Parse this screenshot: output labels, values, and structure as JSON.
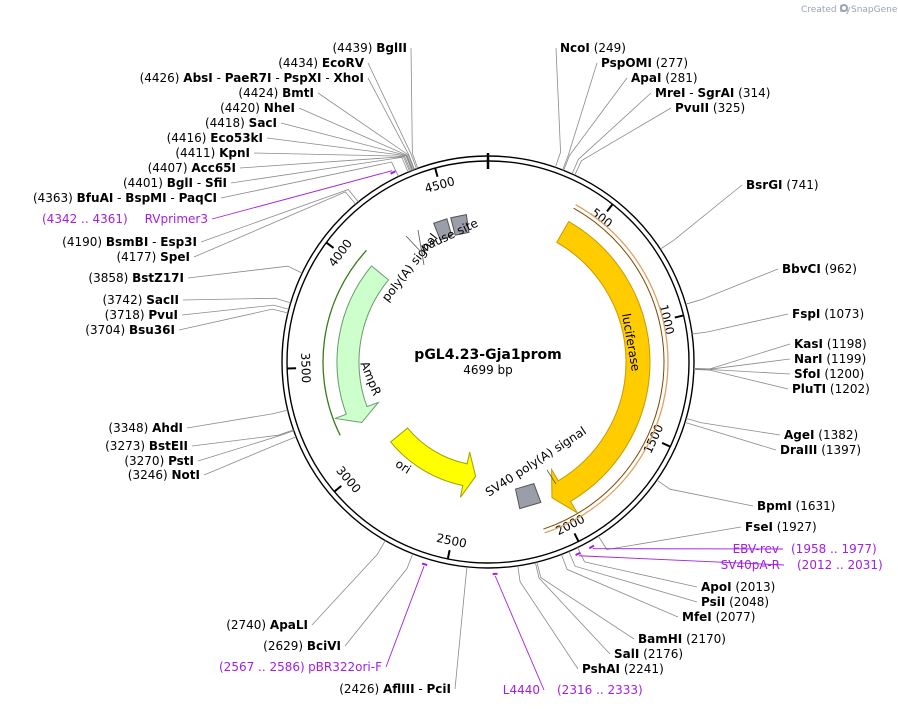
{
  "credit": {
    "prefix": "Created by",
    "brand": "SnapGene"
  },
  "plasmid": {
    "name": "pGL4.23-Gja1prom",
    "length_label": "4699 bp",
    "length": 4699
  },
  "ticks": [
    "500",
    "1000",
    "1500",
    "2000",
    "2500",
    "3000",
    "3500",
    "4000",
    "4500"
  ],
  "sites": [
    {
      "pos": "(4439)",
      "names": [
        "BglII"
      ]
    },
    {
      "pos": "(4434)",
      "names": [
        "EcoRV"
      ]
    },
    {
      "pos": "(4426)",
      "names": [
        "AbsI",
        "PaeR7I",
        "PspXI",
        "XhoI"
      ]
    },
    {
      "pos": "(4424)",
      "names": [
        "BmtI"
      ]
    },
    {
      "pos": "(4420)",
      "names": [
        "NheI"
      ]
    },
    {
      "pos": "(4418)",
      "names": [
        "SacI"
      ]
    },
    {
      "pos": "(4416)",
      "names": [
        "Eco53kI"
      ]
    },
    {
      "pos": "(4411)",
      "names": [
        "KpnI"
      ]
    },
    {
      "pos": "(4407)",
      "names": [
        "Acc65I"
      ]
    },
    {
      "pos": "(4401)",
      "names": [
        "BglI",
        "SfiI"
      ]
    },
    {
      "pos": "(4363)",
      "names": [
        "BfuAI",
        "BspMI",
        "PaqCI"
      ]
    },
    {
      "pos": "(4190)",
      "names": [
        "BsmBI",
        "Esp3I"
      ]
    },
    {
      "pos": "(4177)",
      "names": [
        "SpeI"
      ]
    },
    {
      "pos": "(3858)",
      "names": [
        "BstZ17I"
      ]
    },
    {
      "pos": "(3742)",
      "names": [
        "SacII"
      ]
    },
    {
      "pos": "(3718)",
      "names": [
        "PvuI"
      ]
    },
    {
      "pos": "(3704)",
      "names": [
        "Bsu36I"
      ]
    },
    {
      "pos": "(3348)",
      "names": [
        "AhdI"
      ]
    },
    {
      "pos": "(3273)",
      "names": [
        "BstEII"
      ]
    },
    {
      "pos": "(3270)",
      "names": [
        "PstI"
      ]
    },
    {
      "pos": "(3246)",
      "names": [
        "NotI"
      ]
    },
    {
      "pos": "(2740)",
      "names": [
        "ApaLI"
      ]
    },
    {
      "pos": "(2629)",
      "names": [
        "BciVI"
      ]
    },
    {
      "pos": "(2426)",
      "names": [
        "AflIII",
        "PciI"
      ]
    },
    {
      "pos": "(249)",
      "names": [
        "NcoI"
      ]
    },
    {
      "pos": "(277)",
      "names": [
        "PspOMI"
      ]
    },
    {
      "pos": "(281)",
      "names": [
        "ApaI"
      ]
    },
    {
      "pos": "(314)",
      "names": [
        "MreI",
        "SgrAI"
      ]
    },
    {
      "pos": "(325)",
      "names": [
        "PvuII"
      ]
    },
    {
      "pos": "(741)",
      "names": [
        "BsrGI"
      ]
    },
    {
      "pos": "(962)",
      "names": [
        "BbvCI"
      ]
    },
    {
      "pos": "(1073)",
      "names": [
        "FspI"
      ]
    },
    {
      "pos": "(1198)",
      "names": [
        "KasI"
      ]
    },
    {
      "pos": "(1199)",
      "names": [
        "NarI"
      ]
    },
    {
      "pos": "(1200)",
      "names": [
        "SfoI"
      ]
    },
    {
      "pos": "(1202)",
      "names": [
        "PluTI"
      ]
    },
    {
      "pos": "(1382)",
      "names": [
        "AgeI"
      ]
    },
    {
      "pos": "(1397)",
      "names": [
        "DraIII"
      ]
    },
    {
      "pos": "(1631)",
      "names": [
        "BpmI"
      ]
    },
    {
      "pos": "(1927)",
      "names": [
        "FseI"
      ]
    },
    {
      "pos": "(2013)",
      "names": [
        "ApoI"
      ]
    },
    {
      "pos": "(2048)",
      "names": [
        "PsiI"
      ]
    },
    {
      "pos": "(2077)",
      "names": [
        "MfeI"
      ]
    },
    {
      "pos": "(2170)",
      "names": [
        "BamHI"
      ]
    },
    {
      "pos": "(2176)",
      "names": [
        "SalI"
      ]
    },
    {
      "pos": "(2241)",
      "names": [
        "PshAI"
      ]
    }
  ],
  "primers": [
    {
      "name": "RVprimer3",
      "range": "(4342 .. 4361)"
    },
    {
      "name": "EBV-rev",
      "range": "(1958 .. 1977)"
    },
    {
      "name": "SV40pA-R",
      "range": "(2012 .. 2031)"
    },
    {
      "name": "pBR322ori-F",
      "range": "(2567 .. 2586)"
    },
    {
      "name": "L4440",
      "range": "(2316 .. 2333)"
    }
  ],
  "features": [
    {
      "name": "luciferase",
      "color": "#ffcc00"
    },
    {
      "name": "SV40 poly(A) signal",
      "color": "#999ea8"
    },
    {
      "name": "ori",
      "color": "#ffff00"
    },
    {
      "name": "AmpR",
      "color": "#ccffcc"
    },
    {
      "name": "poly(A) signal",
      "color": "#999ea8"
    },
    {
      "name": "pause site",
      "color": "#999ea8"
    }
  ],
  "colors": {
    "primer": "#a21fe0",
    "orf_luciferase": "#e0a060",
    "orf_ampr": "#3a7a1a"
  }
}
